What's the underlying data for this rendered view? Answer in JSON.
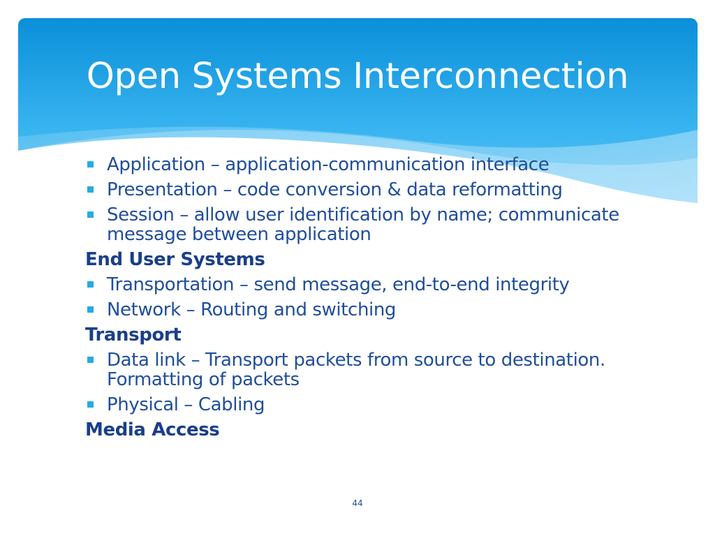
{
  "slide": {
    "title": "Open Systems Interconnection",
    "page_number": "44",
    "colors": {
      "header_top": "#0a8fd9",
      "header_mid": "#38b4f0",
      "header_light": "#8dd3f7",
      "body_text": "#1f4e9a",
      "heading_text": "#1a3f8a",
      "bullet": "#29aae1"
    },
    "content": [
      {
        "type": "bullet",
        "text": "Application – application-communication interface"
      },
      {
        "type": "bullet",
        "text": "Presentation – code conversion & data reformatting"
      },
      {
        "type": "bullet",
        "text": "Session – allow user identification by name; communicate message between application"
      },
      {
        "type": "heading",
        "text": "End User Systems"
      },
      {
        "type": "bullet",
        "text": "Transportation – send message, end-to-end integrity"
      },
      {
        "type": "bullet",
        "text": "Network – Routing and switching"
      },
      {
        "type": "heading",
        "text": "Transport"
      },
      {
        "type": "bullet",
        "text": "Data link – Transport packets from source to destination. Formatting of packets"
      },
      {
        "type": "bullet",
        "text": "Physical – Cabling"
      },
      {
        "type": "heading",
        "text": "Media Access"
      }
    ]
  }
}
